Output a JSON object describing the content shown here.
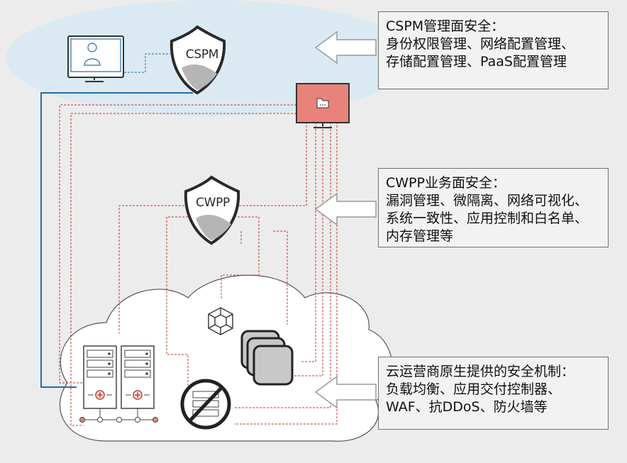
{
  "shields": {
    "cspm": {
      "label": "CSPM"
    },
    "cwpp": {
      "label": "CWPP"
    }
  },
  "callouts": {
    "cspm": {
      "title": "CSPM管理面安全：",
      "lines": [
        "身份权限管理、网络配置管理、",
        "存储配置管理、PaaS配置管理"
      ]
    },
    "cwpp": {
      "title": "CWPP业务面安全：",
      "lines": [
        "漏洞管理、微隔离、网络可视化、",
        "系统一致性、应用控制和白名单、",
        "内存管理等"
      ]
    },
    "cloud": {
      "title": "云运营商原生提供的安全机制：",
      "lines": [
        "负载均衡、应用交付控制器、",
        "WAF、抗DDoS、防火墙等"
      ]
    }
  },
  "colors": {
    "ellipse": "#dbeaf2",
    "blue_line": "#1f6fa8",
    "red_dash": "#c0392b",
    "monitor_red": "#e8837b",
    "arrow_fill": "#ffffff",
    "arrow_stroke": "#9a9a9a"
  },
  "icons": {
    "admin_monitor": "user-monitor-icon",
    "folder_monitor": "folder-monitor-icon",
    "container": "cube-icon",
    "vm_stack": "stacked-squares-icon",
    "servers": "server-rack-icon",
    "blocked_server": "no-server-icon"
  }
}
